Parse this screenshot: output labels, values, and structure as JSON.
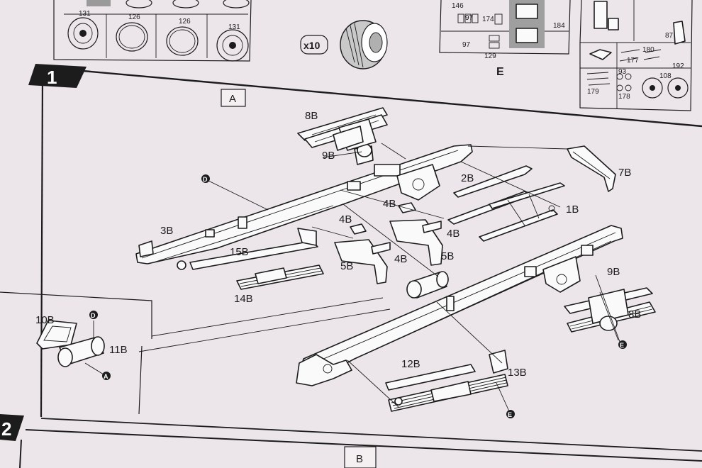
{
  "sprue_top": {
    "wheel_parts": [
      "131",
      "126",
      "126",
      "131"
    ],
    "tire_multiplier": "x10",
    "sprue_e_parts": [
      "146",
      "97",
      "174",
      "97",
      "129",
      "184"
    ],
    "sprue_e_letter": "E",
    "right_parts": [
      "87",
      "180",
      "177",
      "93",
      "192",
      "179",
      "178",
      "108"
    ]
  },
  "step1": {
    "number": "1",
    "view_box_label": "A",
    "parts": {
      "p8b_top": "8B",
      "p9b_top": "9B",
      "p7b": "7B",
      "p2b": "2B",
      "p1b": "1B",
      "p3b": "3B",
      "p4b_a": "4B",
      "p4b_b": "4B",
      "p4b_c": "4B",
      "p4b_d": "4B",
      "p5b_a": "5B",
      "p5b_b": "5B",
      "p15b": "15B",
      "p14b": "14B",
      "p9b_right": "9B",
      "p8b_right": "8B",
      "p12b": "12B",
      "p13b": "13B",
      "p10b": "10B",
      "p11b": "11B"
    },
    "callouts": [
      "D",
      "D",
      "A",
      "E",
      "E"
    ]
  },
  "step2": {
    "number": "2",
    "view_box_label": "B"
  }
}
